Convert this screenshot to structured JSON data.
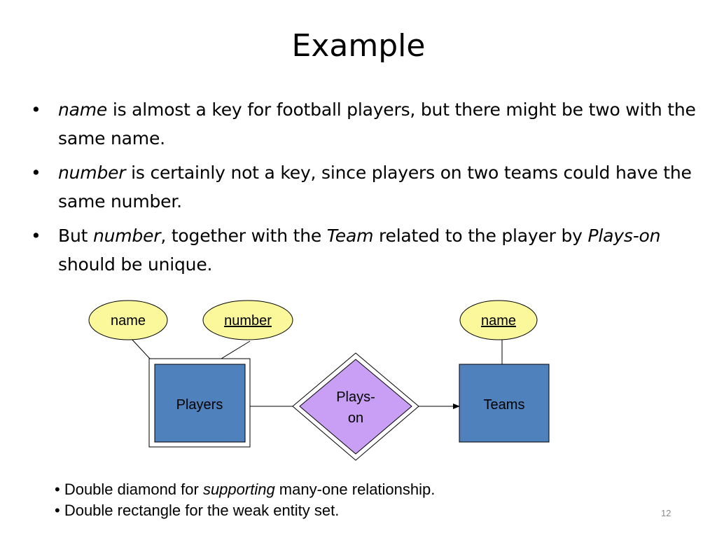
{
  "slide": {
    "title": "Example",
    "page_number": "12"
  },
  "bullets": [
    {
      "symbol": "•",
      "part1_italic": "name",
      "part2": " is almost a key for football players, but there might be two with the same name."
    },
    {
      "symbol": "•",
      "part1_italic": "number",
      "part2": " is certainly not a key, since players on two teams could have the same number."
    },
    {
      "symbol": "•",
      "part1": "But ",
      "part2_italic": "number",
      "part3": ", together with the ",
      "part4_italic": "Team",
      "part5": " related to the player by ",
      "part6_italic": "Plays-on",
      "part7": "  should be unique."
    }
  ],
  "diagram": {
    "players_name_attr": "name",
    "players_number_attr": "number",
    "teams_name_attr": "name",
    "players_entity": "Players",
    "teams_entity": "Teams",
    "relationship_line1": "Plays-",
    "relationship_line2": "on",
    "colors": {
      "attribute_fill": "#fbf79b",
      "entity_fill": "#4f81bd",
      "relationship_fill": "#c89ff5"
    }
  },
  "notes": [
    {
      "symbol": "•",
      "part1": " Double diamond for ",
      "part2_italic": "supporting",
      "part3": " many-one relationship."
    },
    {
      "symbol": "•",
      "part1": " Double rectangle for the weak entity set."
    }
  ]
}
